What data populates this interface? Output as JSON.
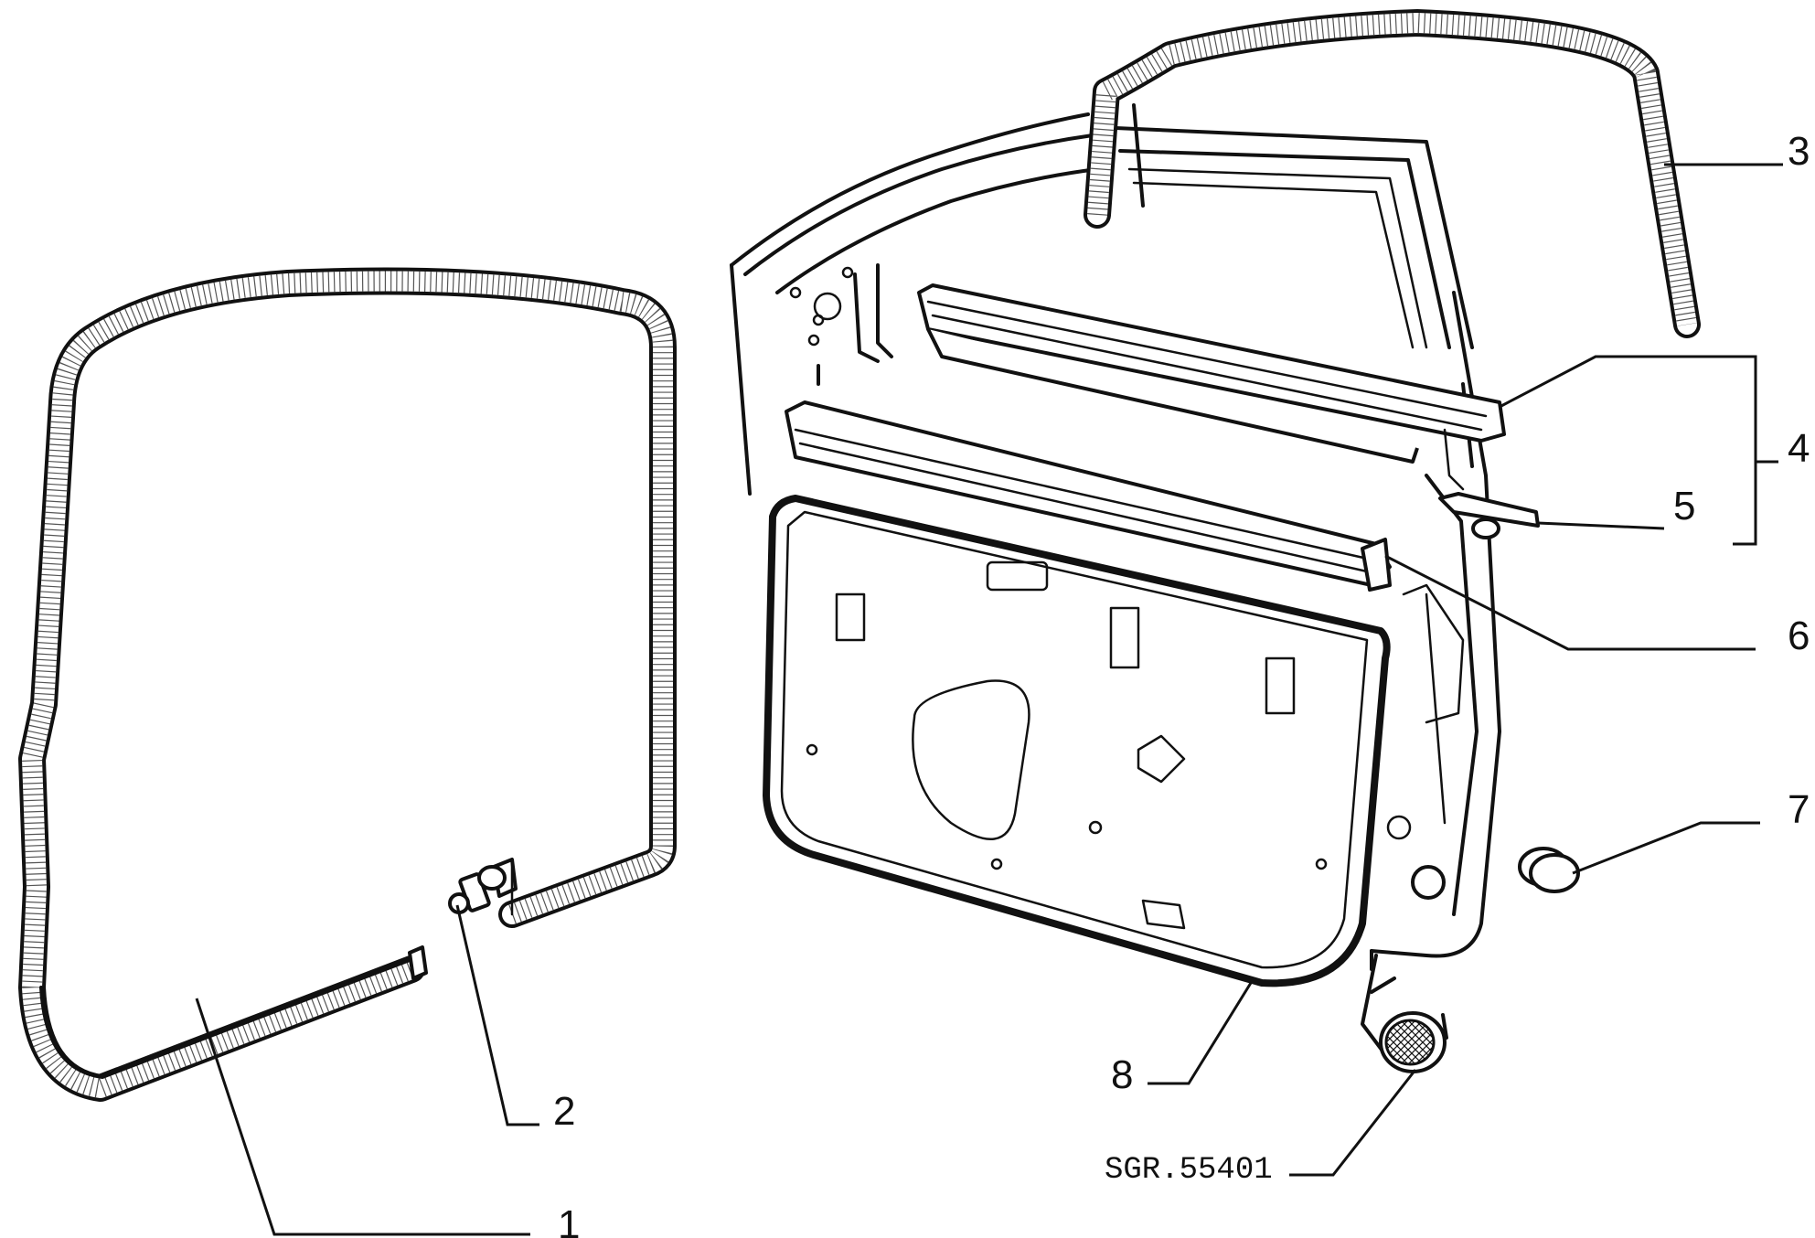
{
  "diagram": {
    "drawing_code": "SGR.55401",
    "callouts": [
      "1",
      "2",
      "3",
      "4",
      "5",
      "6",
      "7",
      "8"
    ]
  }
}
